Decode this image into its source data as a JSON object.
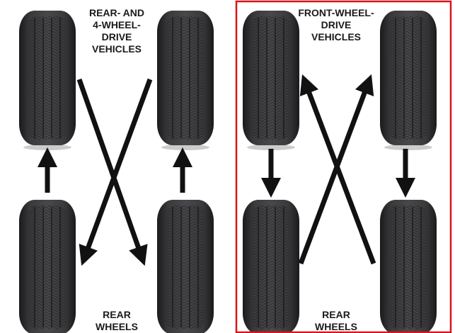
{
  "left_panel": {
    "title": "REAR- AND\n4-WHEEL-\nDRIVE\nVEHICLES",
    "bottom_label": "REAR\nWHEELS"
  },
  "right_panel": {
    "title": "FRONT-WHEEL-\nDRIVE\nVEHICLES",
    "bottom_label": "REAR\nWHEELS",
    "border_color": "#d9141b"
  },
  "colors": {
    "tire": "#2b2b2d",
    "arrow": "#111111"
  }
}
